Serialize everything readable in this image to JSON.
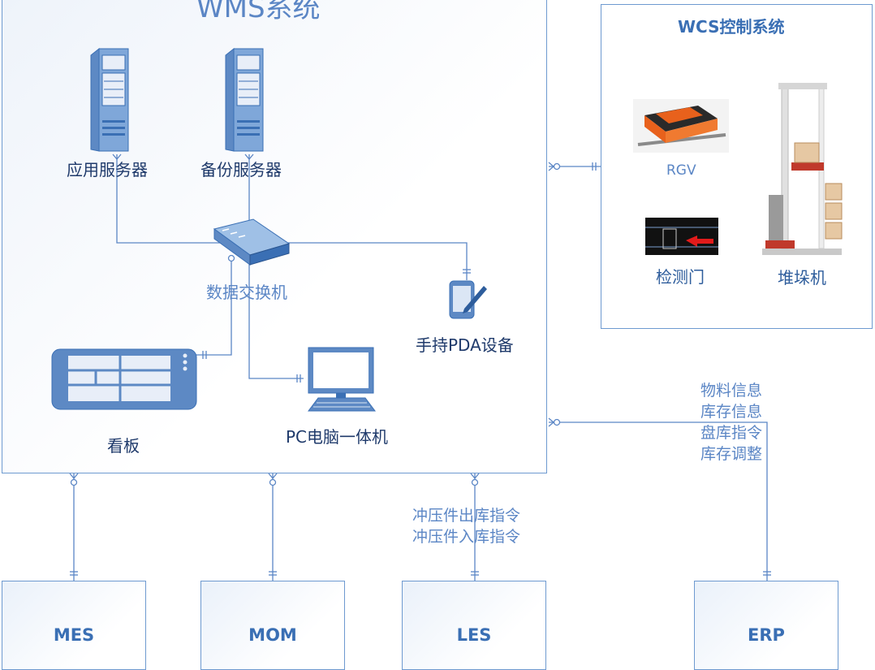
{
  "wms": {
    "title": "WMS系统"
  },
  "wcs": {
    "title": "WCS控制系统",
    "rgv_label": "RGV",
    "gate_label": "检测门",
    "stacker_label": "堆垛机"
  },
  "devices": {
    "app_server": "应用服务器",
    "backup_server": "备份服务器",
    "switch": "数据交换机",
    "pda": "手持PDA设备",
    "kanban": "看板",
    "pc": "PC电脑一体机"
  },
  "erp_flow": [
    "物料信息",
    "库存信息",
    "盘库指令",
    "库存调整"
  ],
  "les_flow": [
    "冲压件出库指令",
    "冲压件入库指令"
  ],
  "systems": {
    "mes": "MES",
    "mom": "MOM",
    "les": "LES",
    "erp": "ERP"
  },
  "colors": {
    "line": "#5b86c5",
    "border": "#6e9ad0",
    "accent_orange": "#e8611c"
  }
}
